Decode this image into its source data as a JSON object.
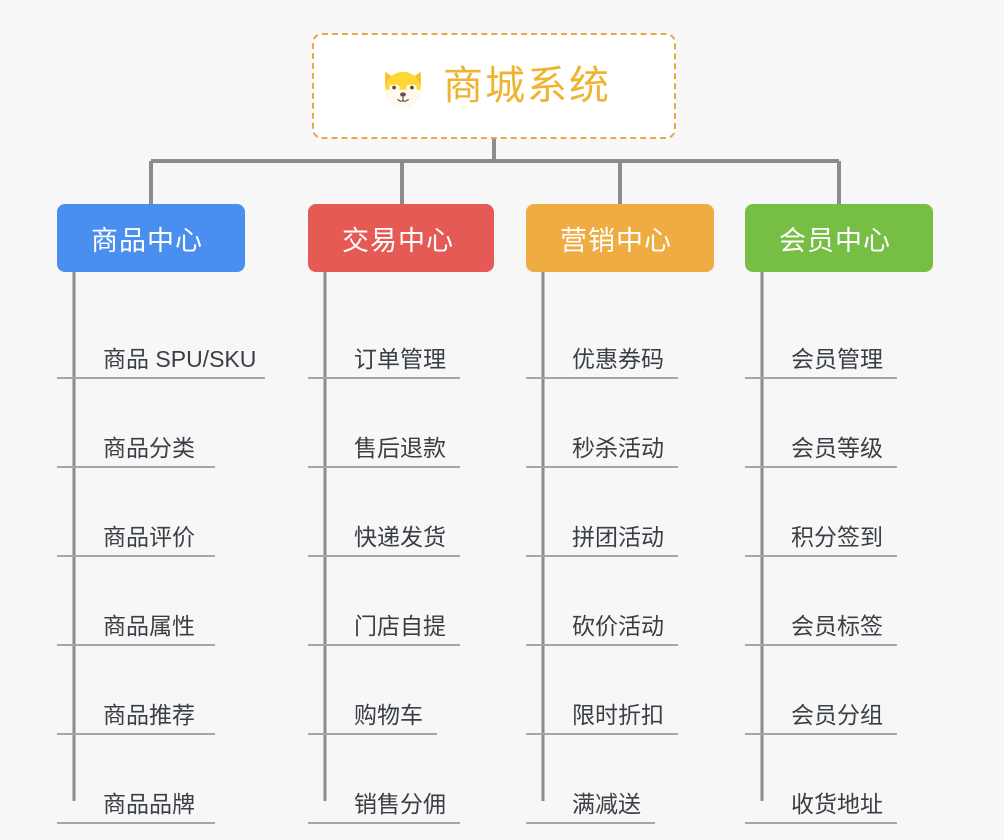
{
  "page": {
    "background_color": "#f7f7f7",
    "text_color": "#3a3f45",
    "connector_color": "#8c8c8c",
    "rule_color": "#a6a6a6"
  },
  "root": {
    "title": "商城系统",
    "icon": "shiba-dog-face-icon",
    "title_color": "#eeb430",
    "border_color": "#e9a94a",
    "background_color": "#ffffff"
  },
  "branches": [
    {
      "id": "product-center",
      "label": "商品中心",
      "color": "#4a8ef0",
      "items": [
        {
          "label": "商品 SPU/SKU",
          "rule_width": 208
        },
        {
          "label": "商品分类",
          "rule_width": 158
        },
        {
          "label": "商品评价",
          "rule_width": 158
        },
        {
          "label": "商品属性",
          "rule_width": 158
        },
        {
          "label": "商品推荐",
          "rule_width": 158
        },
        {
          "label": "商品品牌",
          "rule_width": 158
        }
      ]
    },
    {
      "id": "trade-center",
      "label": "交易中心",
      "color": "#e65a56",
      "items": [
        {
          "label": "订单管理",
          "rule_width": 152
        },
        {
          "label": "售后退款",
          "rule_width": 152
        },
        {
          "label": "快递发货",
          "rule_width": 152
        },
        {
          "label": "门店自提",
          "rule_width": 152
        },
        {
          "label": "购物车",
          "rule_width": 129
        },
        {
          "label": "销售分佣",
          "rule_width": 152
        }
      ]
    },
    {
      "id": "marketing-center",
      "label": "营销中心",
      "color": "#eeac42",
      "items": [
        {
          "label": "优惠券码",
          "rule_width": 152
        },
        {
          "label": "秒杀活动",
          "rule_width": 152
        },
        {
          "label": "拼团活动",
          "rule_width": 152
        },
        {
          "label": "砍价活动",
          "rule_width": 152
        },
        {
          "label": "限时折扣",
          "rule_width": 152
        },
        {
          "label": "满减送",
          "rule_width": 129
        }
      ]
    },
    {
      "id": "member-center",
      "label": "会员中心",
      "color": "#77be44",
      "items": [
        {
          "label": "会员管理",
          "rule_width": 152
        },
        {
          "label": "会员等级",
          "rule_width": 152
        },
        {
          "label": "积分签到",
          "rule_width": 152
        },
        {
          "label": "会员标签",
          "rule_width": 152
        },
        {
          "label": "会员分组",
          "rule_width": 152
        },
        {
          "label": "收货地址",
          "rule_width": 152
        }
      ]
    }
  ]
}
